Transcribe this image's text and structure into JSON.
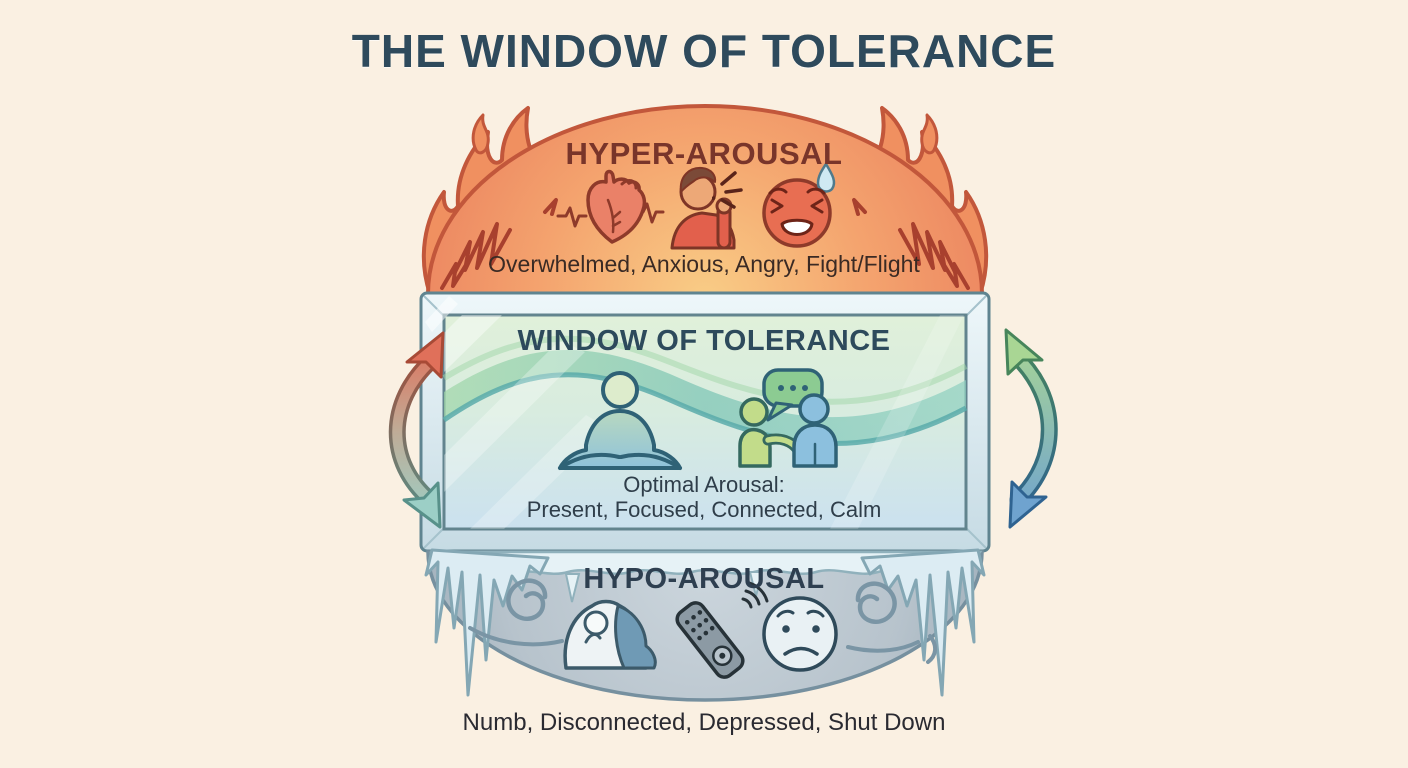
{
  "title": "THE WINDOW OF TOLERANCE",
  "background": "#faf0e2",
  "title_color": "#2e4a5c",
  "zones": {
    "hyper": {
      "label": "HYPER-AROUSAL",
      "description": "Overwhelmed, Anxious, Angry, Fight/Flight",
      "icons": [
        "heartbeat-icon",
        "shouting-person-icon",
        "distressed-face-icon"
      ],
      "colors": {
        "fill_center": "#f9cd86",
        "fill_edge": "#ec8560",
        "outline": "#c2573b",
        "label": "#79352a"
      }
    },
    "window": {
      "label": "WINDOW OF TOLERANCE",
      "description_line1": "Optimal Arousal:",
      "description_line2": "Present, Focused, Connected, Calm",
      "icons": [
        "meditation-icon",
        "conversation-icon"
      ],
      "colors": {
        "frame": "#d7e8ee",
        "panel_top": "#e0f0da",
        "panel_bottom": "#cbe1ef",
        "wave": "#79c3b3",
        "label": "#2d4a5c"
      }
    },
    "hypo": {
      "label": "HYPO-AROUSAL",
      "description": "Numb, Disconnected, Depressed, Shut Down",
      "icons": [
        "blanket-person-icon",
        "tv-remote-icon",
        "sad-face-icon"
      ],
      "colors": {
        "fill": "#b7c3cc",
        "ice": "#e6f2f6",
        "outline": "#76909f",
        "label": "#2e3f50"
      }
    }
  },
  "arrows": {
    "left": {
      "top_color": "#e0705a",
      "bottom_color": "#9ccfc6"
    },
    "right": {
      "top_color": "#a9d694",
      "bottom_color": "#6fa3cf"
    }
  }
}
